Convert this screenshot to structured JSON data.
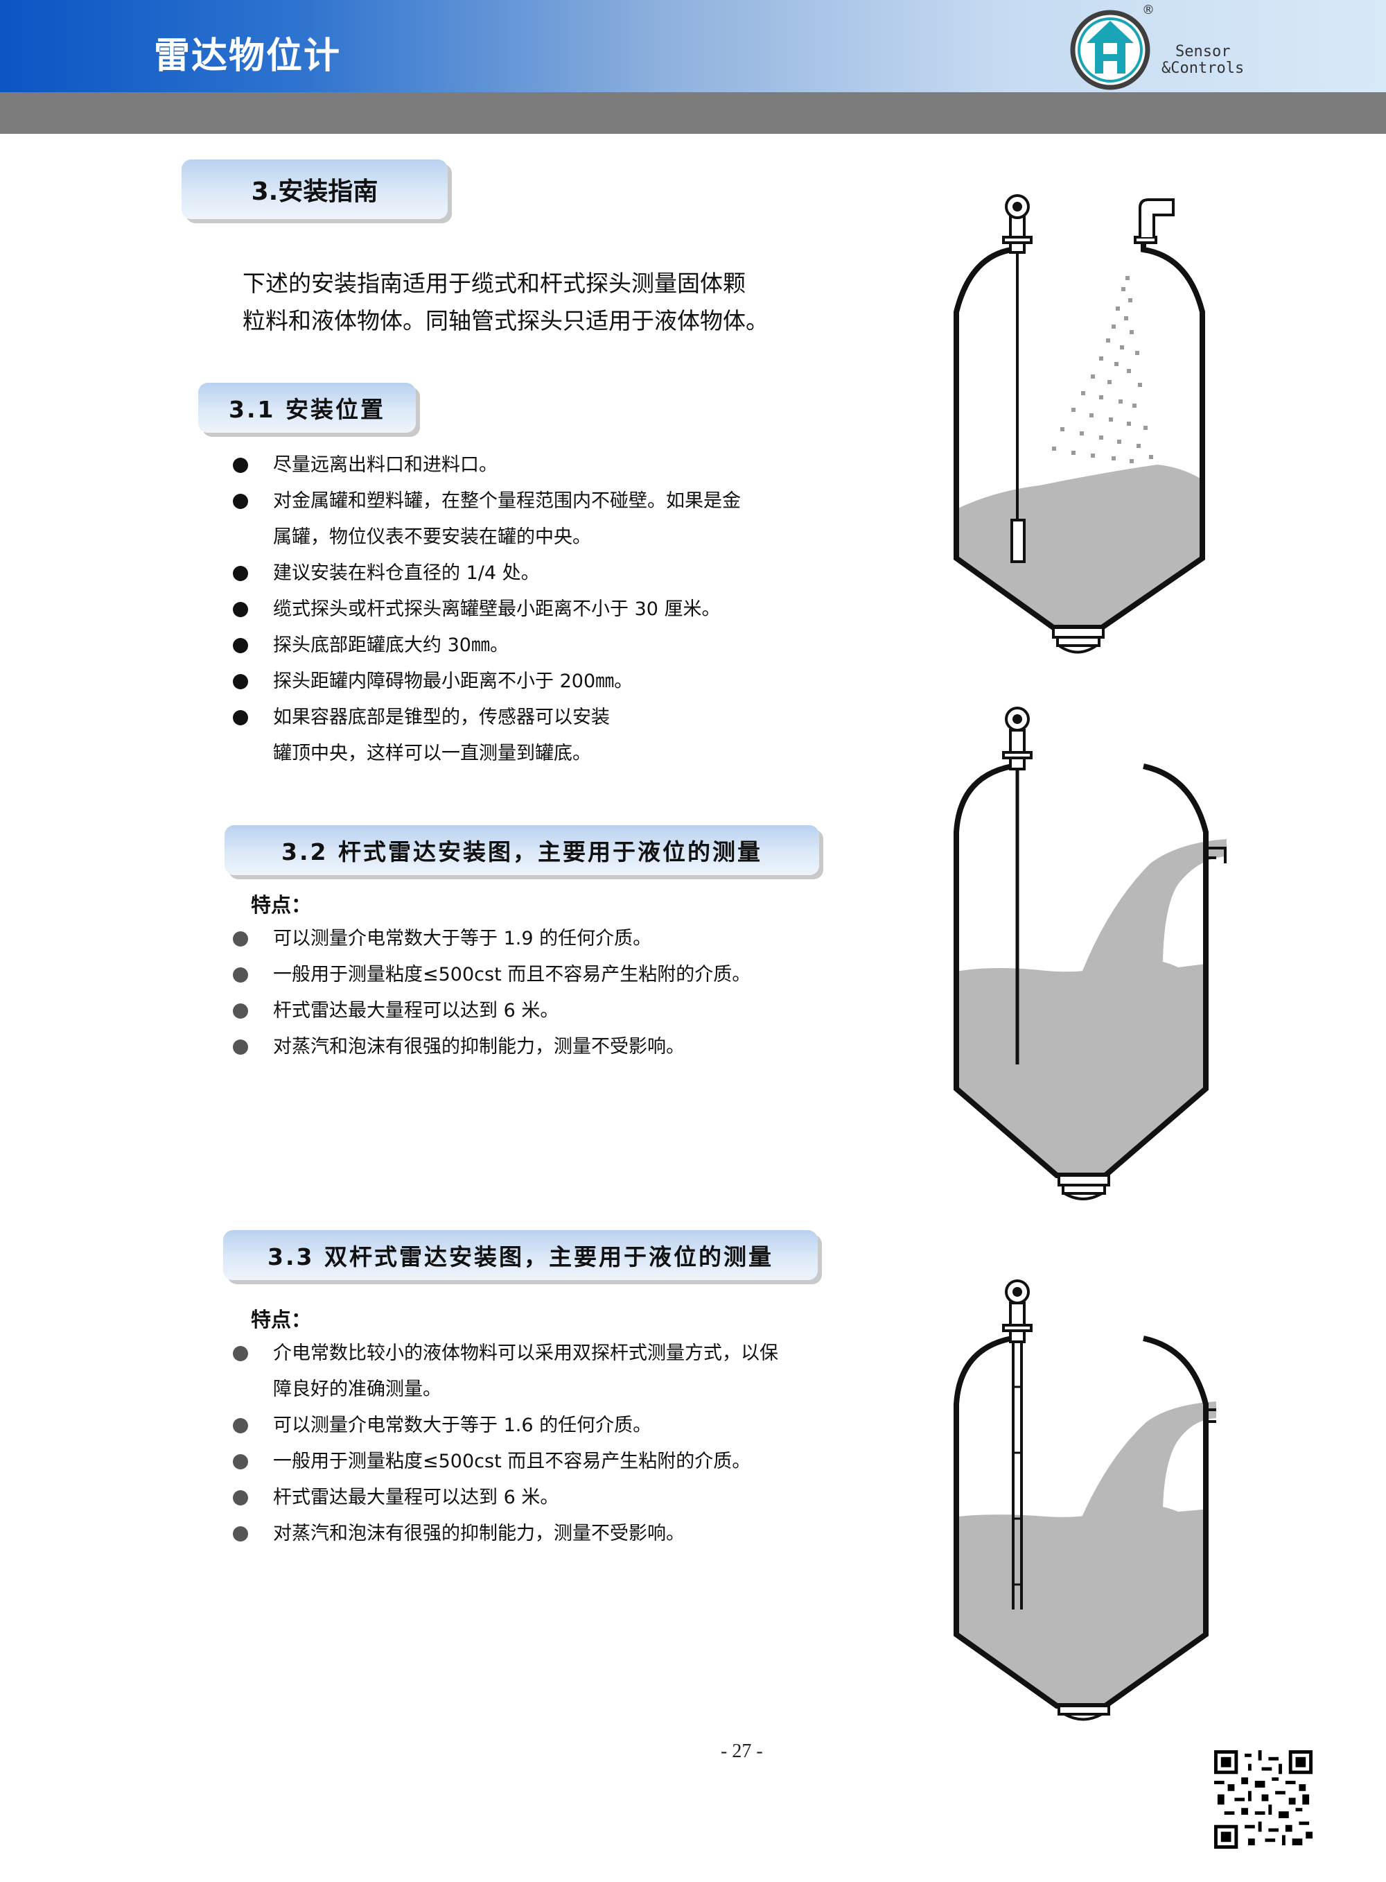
{
  "header": {
    "title": "雷达物位计"
  },
  "brand": {
    "line1": "Sensor",
    "line2": "&Controls",
    "registered": "®"
  },
  "section3": {
    "title": "3.安装指南",
    "intro": [
      "下述的安装指南适用于缆式和杆式探头测量固体颗",
      "粒料和液体物体。同轴管式探头只适用于液体物体。"
    ]
  },
  "sub31": {
    "title": "3.1 安装位置",
    "items": [
      [
        "尽量远离出料口和进料口。"
      ],
      [
        "对金属罐和塑料罐，在整个量程范围内不碰壁。如果是金",
        "属罐，物位仪表不要安装在罐的中央。"
      ],
      [
        "建议安装在料仓直径的 1/4 处。"
      ],
      [
        "缆式探头或杆式探头离罐壁最小距离不小于 30 厘米。"
      ],
      [
        "探头底部距罐底大约 30㎜。"
      ],
      [
        "探头距罐内障碍物最小距离不小于 200㎜。"
      ],
      [
        "如果容器底部是锥型的，传感器可以安装",
        "罐顶中央，这样可以一直测量到罐底。"
      ]
    ]
  },
  "sub32": {
    "title": "3.2 杆式雷达安装图，主要用于液位的测量",
    "features_label": "特点：",
    "items": [
      [
        "可以测量介电常数大于等于 1.9 的任何介质。"
      ],
      [
        "一般用于测量粘度≤500cst 而且不容易产生粘附的介质。"
      ],
      [
        "杆式雷达最大量程可以达到 6 米。"
      ],
      [
        "对蒸汽和泡沫有很强的抑制能力，测量不受影响。"
      ]
    ]
  },
  "sub33": {
    "title": "3.3 双杆式雷达安装图，主要用于液位的测量",
    "features_label": "特点：",
    "items": [
      [
        "介电常数比较小的液体物料可以采用双探杆式测量方式，以保",
        "障良好的准确测量。"
      ],
      [
        "可以测量介电常数大于等于 1.6 的任何介质。"
      ],
      [
        "一般用于测量粘度≤500cst 而且不容易产生粘附的介质。"
      ],
      [
        "杆式雷达最大量程可以达到 6 米。"
      ],
      [
        "对蒸汽和泡沫有很强的抑制能力，测量不受影响。"
      ]
    ]
  },
  "page": {
    "number": "- 27 -"
  },
  "colors": {
    "header_blue": "#0b55c4",
    "band_grey": "#7c7c7c",
    "fill_grey": "#b8b8b8",
    "logo_teal": "#19a5b8"
  }
}
